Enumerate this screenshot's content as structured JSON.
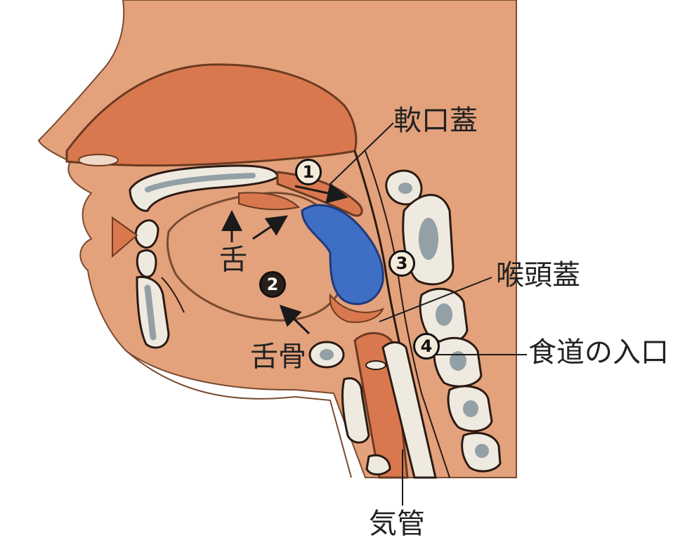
{
  "labels": {
    "soft_palate": "軟口蓋",
    "epiglottis": "喉頭蓋",
    "esophagus_entrance": "食道の入口",
    "tongue": "舌",
    "hyoid": "舌骨",
    "trachea": "気管"
  },
  "markers": [
    "1",
    "2",
    "3",
    "4"
  ],
  "colors": {
    "skin": "#e3a27c",
    "muscle": "#d9784e",
    "bone": "#eeeae0",
    "marrow": "#93a0a6",
    "bolus": "#3f6fc4",
    "outline": "#2b1a12"
  }
}
